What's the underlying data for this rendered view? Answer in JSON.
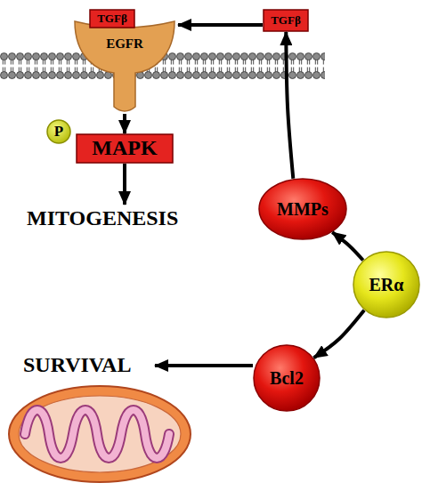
{
  "diagram": {
    "nodes": [
      {
        "text": [
          "EGFR"
        ]
      },
      {
        "text": [
          "TGFβ"
        ],
        "in": 0
      },
      {
        "text": [
          "TGFβ"
        ]
      },
      {
        "text": [
          "P"
        ]
      },
      {
        "text": [
          "MAPK"
        ]
      },
      {
        "text": [
          "MMPs"
        ]
      },
      {
        "text": [
          "ERα"
        ]
      },
      {
        "text": [
          "Bcl2"
        ]
      }
    ],
    "edges": [
      {
        "from": 2,
        "to": 0,
        "arrow": "to"
      },
      {
        "from": 0,
        "to": 4,
        "arrow": "to"
      },
      {
        "from": 5,
        "to": 2,
        "arrow": "to"
      },
      {
        "from": 6,
        "to": 5,
        "arrow": "to"
      },
      {
        "from": 6,
        "to": 7,
        "arrow": "to"
      }
    ],
    "labels": [
      "MITOGENESIS",
      "SURVIVAL"
    ]
  }
}
